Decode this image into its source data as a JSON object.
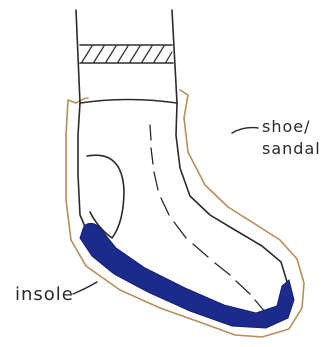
{
  "labels": {
    "shoe_line1": "shoe/",
    "shoe_line2": "sandal",
    "insole": "insole"
  },
  "colors": {
    "sock_ink": "#2b2b2b",
    "shoe_ink": "#b98d5a",
    "insole_fill": "#1c2a8c",
    "label_ink": "#2a2a2a"
  }
}
